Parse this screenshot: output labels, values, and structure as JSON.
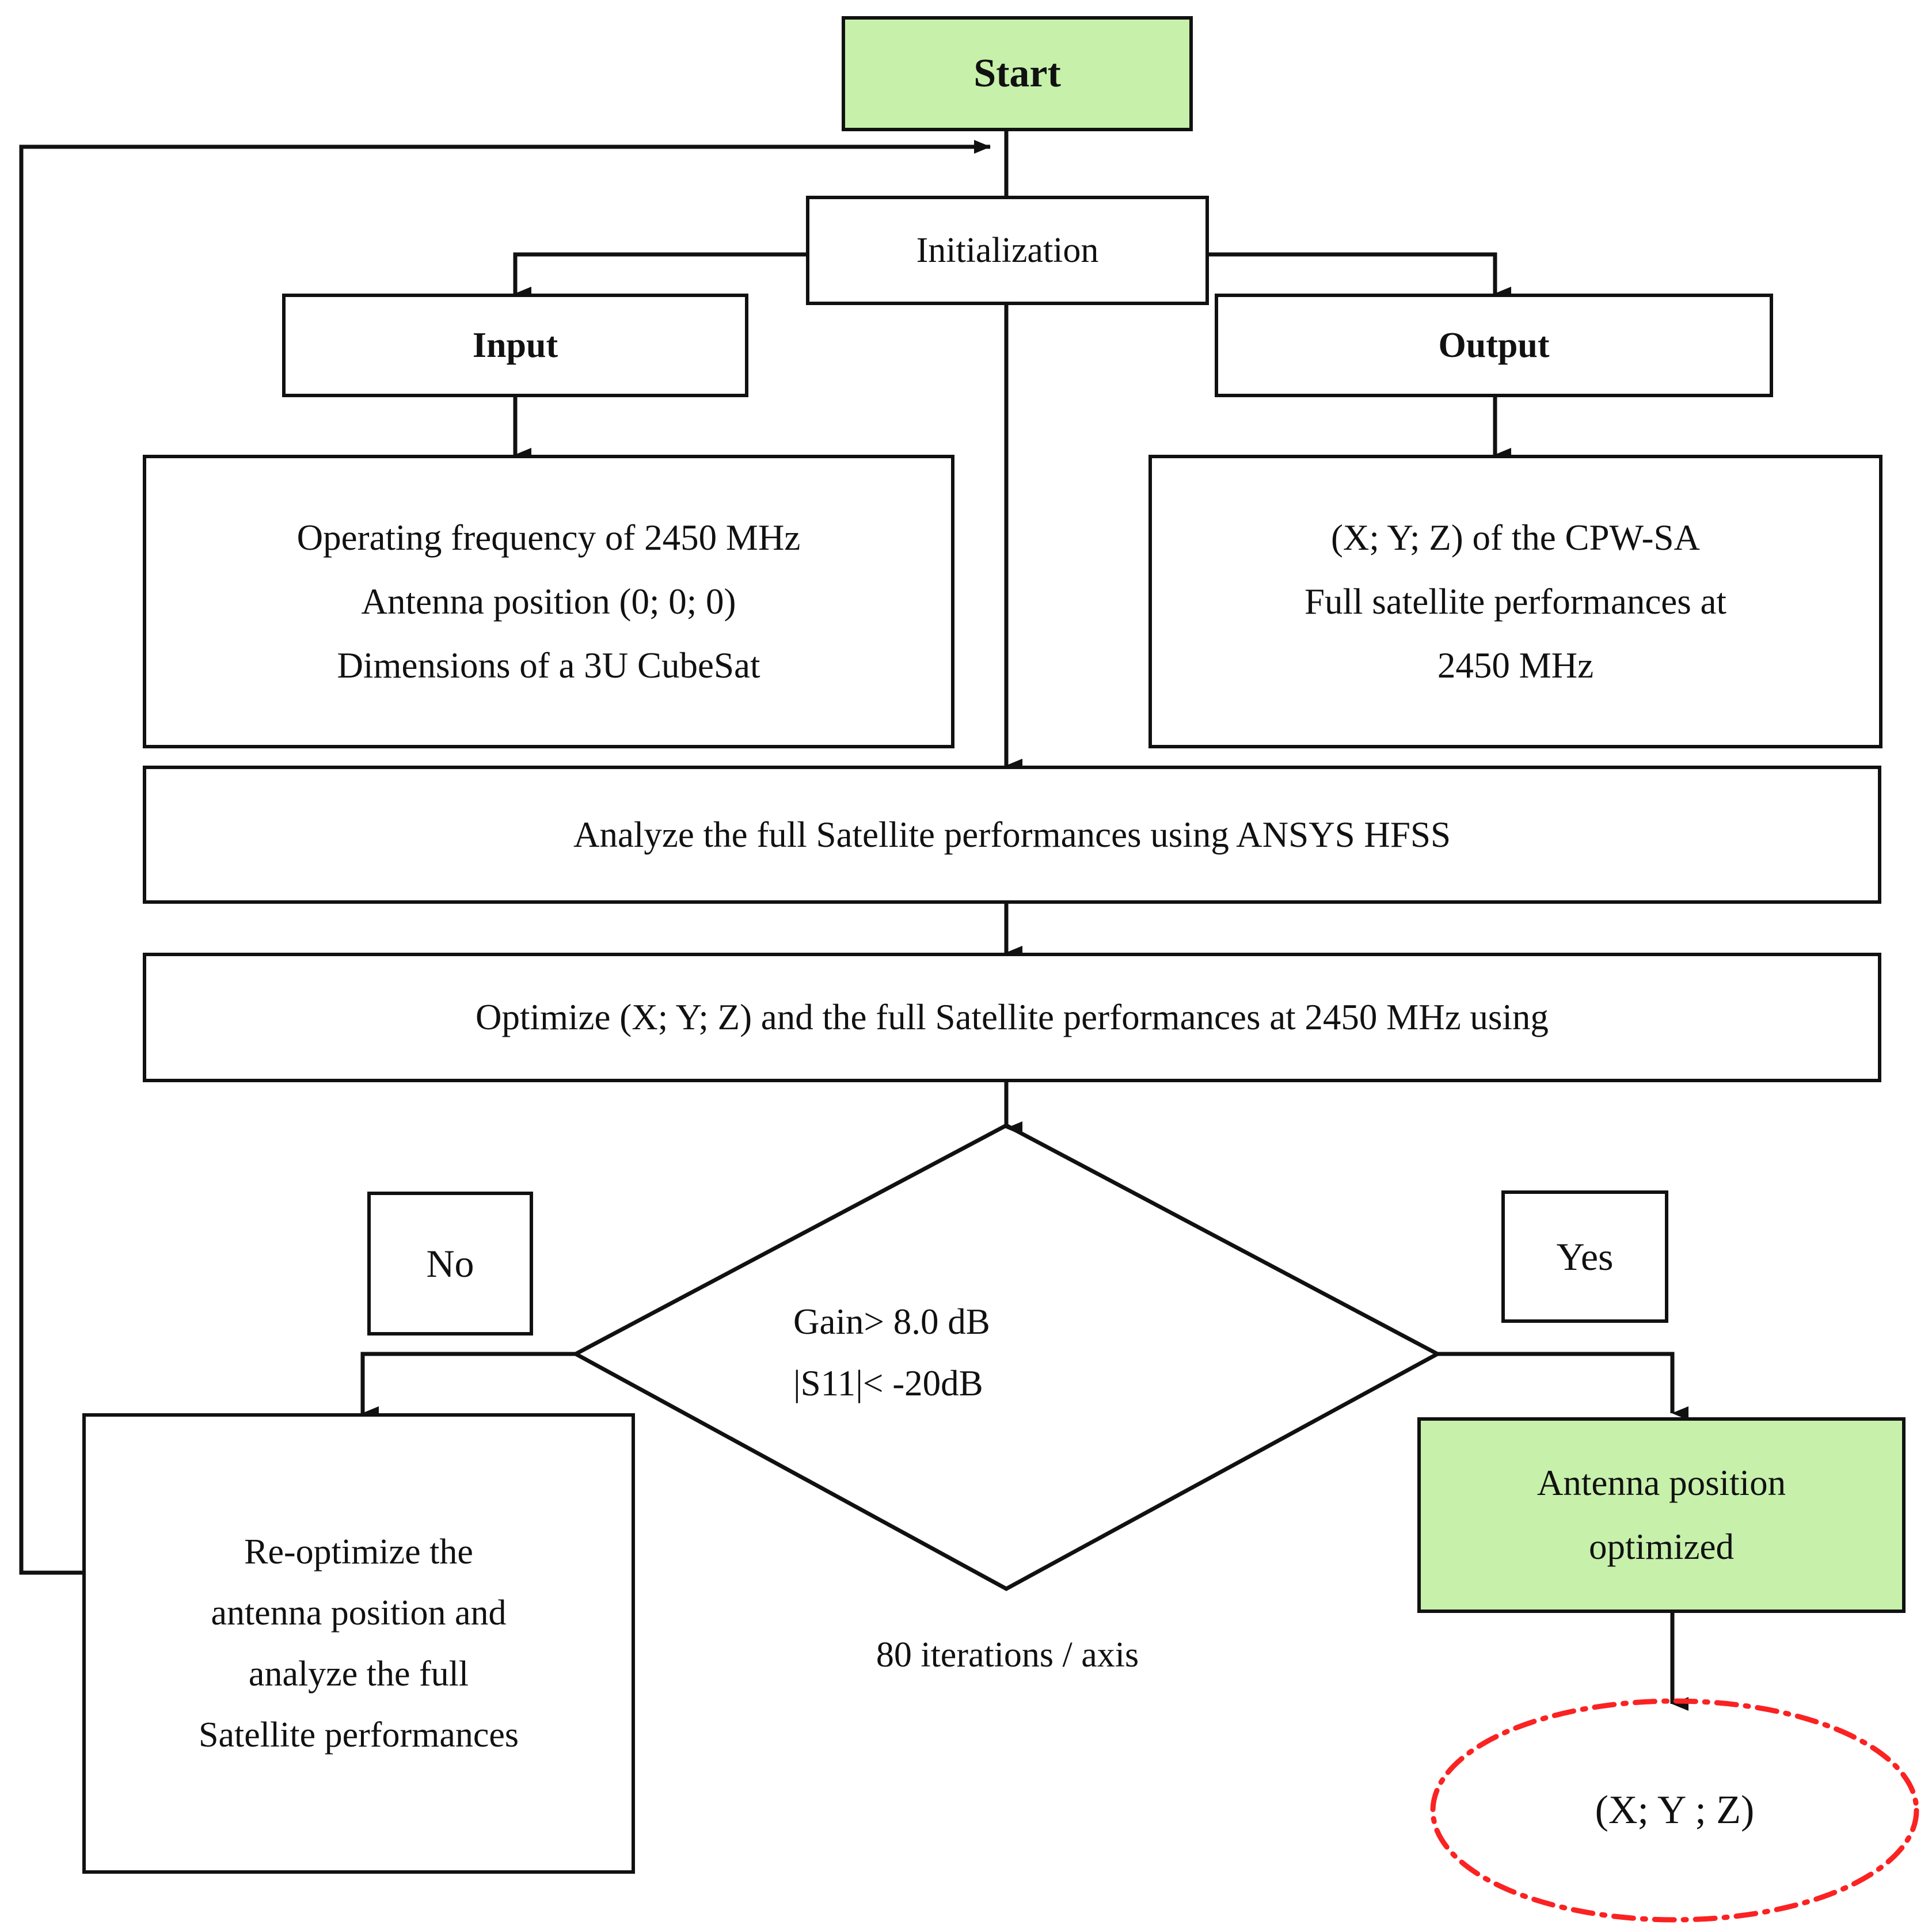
{
  "diagram": {
    "title": "Antenna position optimization flowchart",
    "colors": {
      "terminal_fill": "#c7f0ab",
      "node_stroke": "#111111",
      "result_stroke": "#fb2222",
      "background": "#ffffff"
    },
    "nodes": {
      "start": {
        "label": "Start"
      },
      "initialization": {
        "label": "Initialization"
      },
      "input_header": {
        "label": "Input"
      },
      "output_header": {
        "label": "Output"
      },
      "input_body": {
        "lines": [
          "Operating frequency of 2450 MHz",
          "Antenna position (0; 0; 0)",
          "Dimensions of a 3U CubeSat"
        ]
      },
      "output_body": {
        "lines": [
          "(X; Y; Z) of the CPW-SA",
          "Full satellite performances at",
          "2450 MHz"
        ]
      },
      "analyze": {
        "label": "Analyze the full Satellite performances using ANSYS HFSS"
      },
      "optimize": {
        "label": "Optimize (X; Y; Z) and the full Satellite performances at 2450 MHz using"
      },
      "decision": {
        "lines": [
          "Gain> 8.0 dB",
          "|S11|< -20dB"
        ]
      },
      "no_label": {
        "label": "No"
      },
      "yes_label": {
        "label": "Yes"
      },
      "reoptimize": {
        "lines": [
          "Re-optimize the",
          "antenna position and",
          "analyze the full",
          "Satellite performances"
        ]
      },
      "optimized": {
        "lines": [
          "Antenna position",
          "optimized"
        ]
      },
      "result": {
        "label": "(X; Y ; Z)"
      },
      "iterations_note": {
        "label": "80 iterations / axis"
      }
    }
  }
}
